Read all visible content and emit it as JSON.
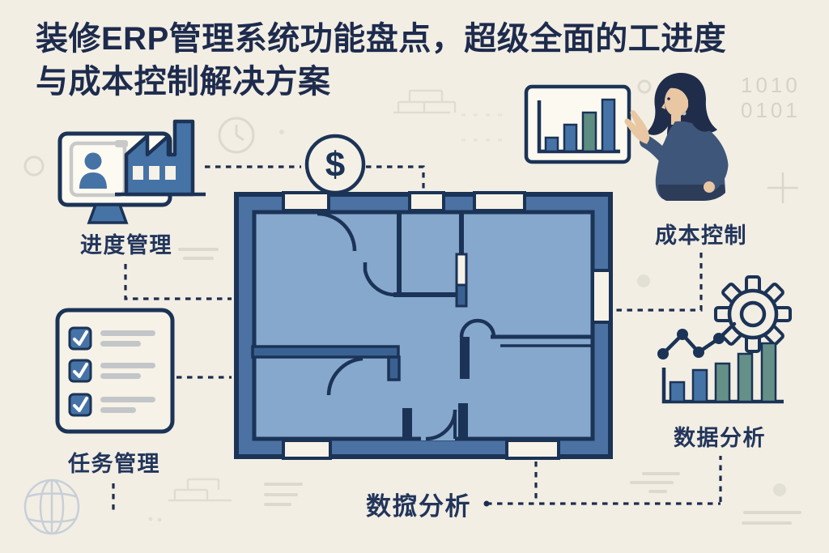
{
  "page": {
    "background": "#f2eee3",
    "kind": "infographic-cover"
  },
  "title": {
    "line1": "装修ERP管理系统功能盘点，超级全面的工进度",
    "line2": "与成本控制解决方案",
    "color": "#1d2b4d"
  },
  "labels": {
    "progress_management": "进度管理",
    "task_management": "任务管理",
    "cost_control": "成本控制",
    "data_analysis_right": "数据分析",
    "data_analysis_bottom": "数搲分析"
  },
  "decor": {
    "binary_row1": "1010",
    "binary_row2": "0101",
    "dollar": "$"
  },
  "colors": {
    "navy": "#1d2b4d",
    "outline_navy": "#1b3356",
    "blue": "#4673a6",
    "teal": "#649088",
    "green_bar": "#5d8d80",
    "cream": "#f2eee3",
    "plan_wall": "#4b72a2",
    "plan_floor": "#86a8cc",
    "sweater": "#3e5679",
    "skin": "#e9c7a3",
    "hair": "#1f2d4b",
    "gray_line": "#c3c6c9",
    "faint_decor": "#dcd9ce"
  },
  "icon_names": [
    "monitor-with-factory-icon",
    "dollar-coin-icon",
    "clock-icon",
    "checklist-icon",
    "floor-plan",
    "presentation-chart-icon",
    "woman-presenter",
    "gear-icon",
    "trend-line-icon",
    "analytics-bar-chart-icon",
    "globe-icon",
    "brick-sketch-icon",
    "plus-icon",
    "binary-text"
  ],
  "chart_icons": {
    "presentation_chart": {
      "type": "bar",
      "values": [
        17,
        33,
        48,
        64
      ],
      "colors": [
        "#4673a6",
        "#4673a6",
        "#5d8d80",
        "#4673a6"
      ],
      "note": "decorative increasing bars on presentation board"
    },
    "analytics_chart": {
      "type": "bar",
      "values": [
        24,
        39,
        47,
        59,
        72
      ],
      "colors": [
        "#4673a6",
        "#4673a6",
        "#649088",
        "#649088",
        "#649088"
      ],
      "note": "decorative increasing bars under gear with trend line"
    }
  }
}
